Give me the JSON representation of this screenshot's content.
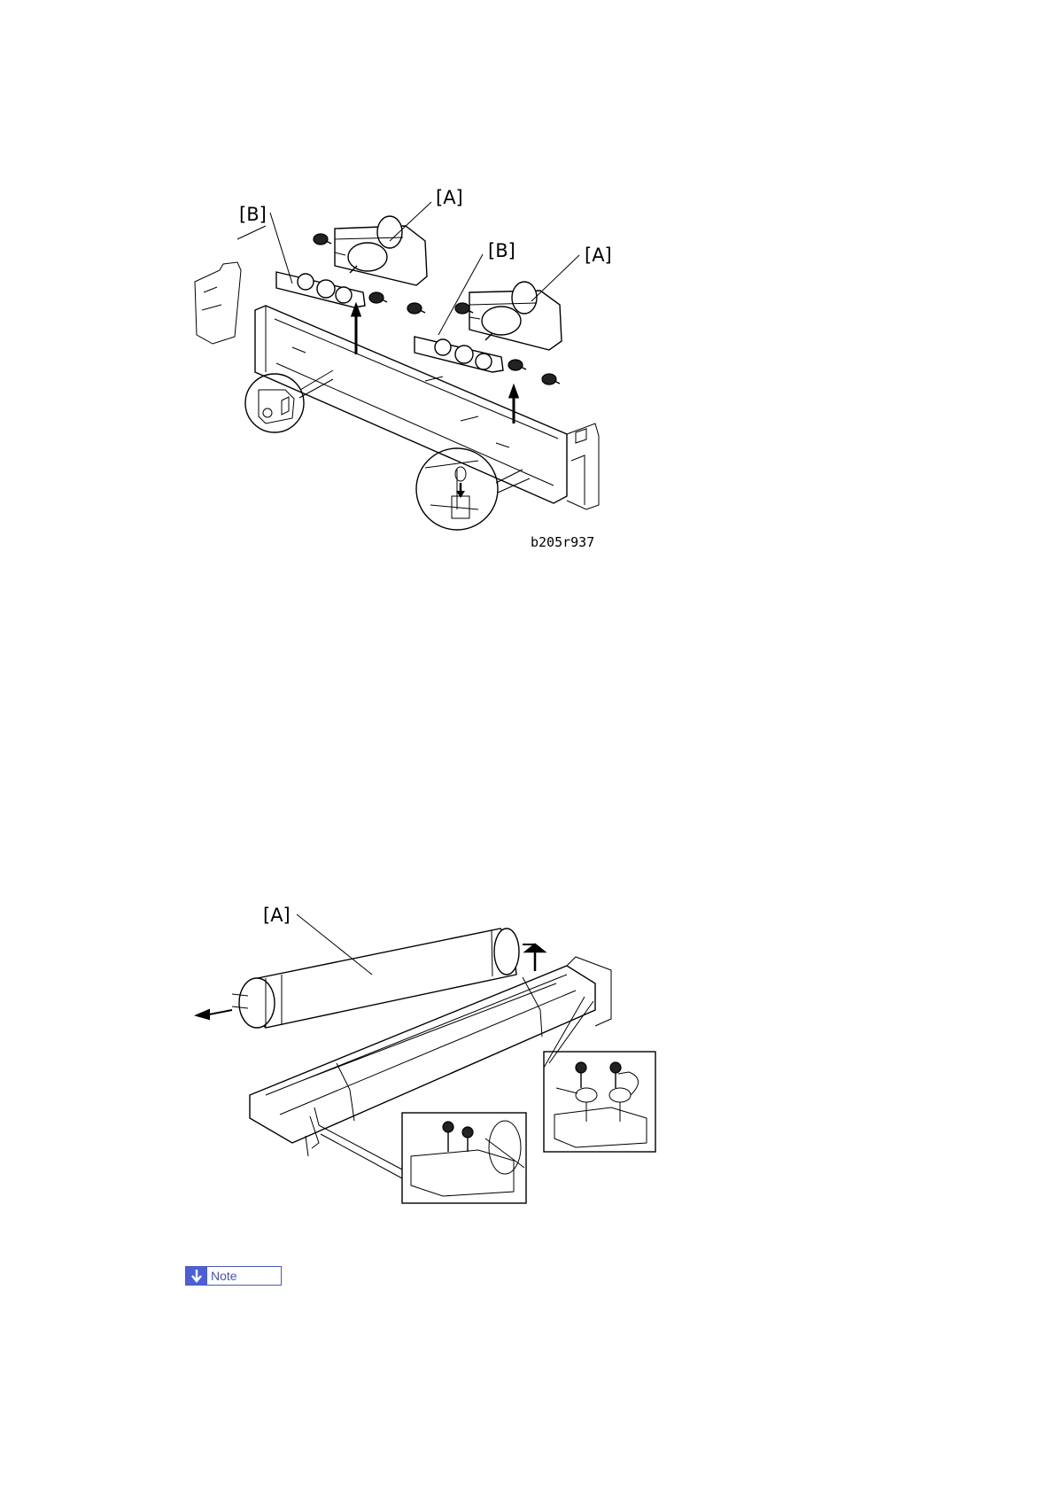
{
  "figure1": {
    "callouts": [
      "[B]",
      "[A]",
      "[B]",
      "[A]"
    ],
    "code": "b205r937"
  },
  "figure2": {
    "callouts": [
      "[A]"
    ]
  },
  "note": {
    "label": "Note",
    "icon": "down-arrow-icon"
  }
}
